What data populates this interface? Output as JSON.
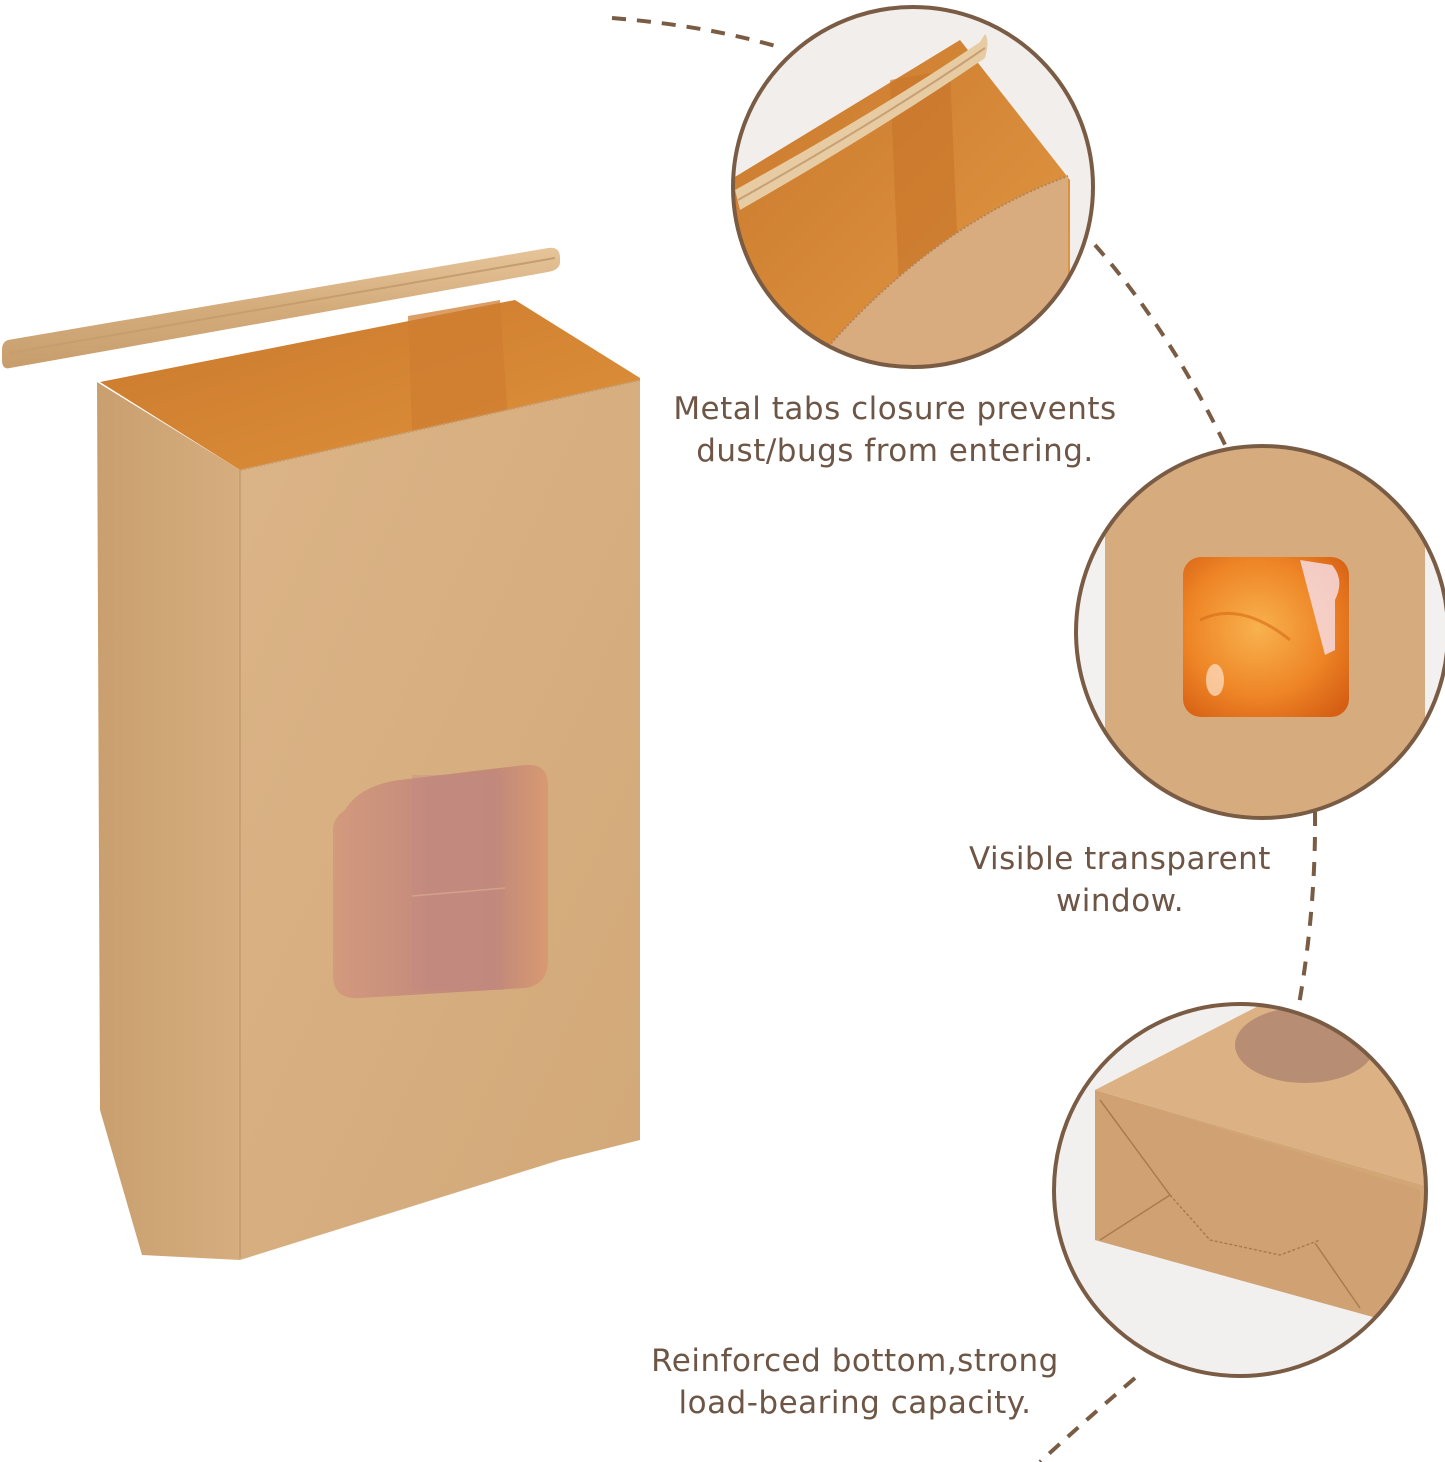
{
  "colors": {
    "caption_text": "#6e5646",
    "connector": "#7a5c45",
    "circle_border": "#7a5c45",
    "kraft_front": "#d8b083",
    "kraft_side": "#cfa676",
    "kraft_interior": "#d9852f",
    "tin_tie": "#d9b485",
    "window_tint": "#c98a70",
    "background": "#ffffff"
  },
  "product": {
    "name": "kraft-paper-bakery-bag-with-window",
    "main_image": "bag-front-view"
  },
  "features": [
    {
      "id": "closure",
      "lines": [
        "Metal tabs closure prevents",
        "dust/bugs from entering."
      ],
      "zoom_image": "bag-top-tin-tie-closeup"
    },
    {
      "id": "window",
      "lines": [
        "Visible transparent",
        "window."
      ],
      "zoom_image": "bag-window-with-pastries-closeup"
    },
    {
      "id": "bottom",
      "lines": [
        "Reinforced bottom,strong",
        "load-bearing capacity."
      ],
      "zoom_image": "bag-bottom-fold-closeup"
    }
  ]
}
